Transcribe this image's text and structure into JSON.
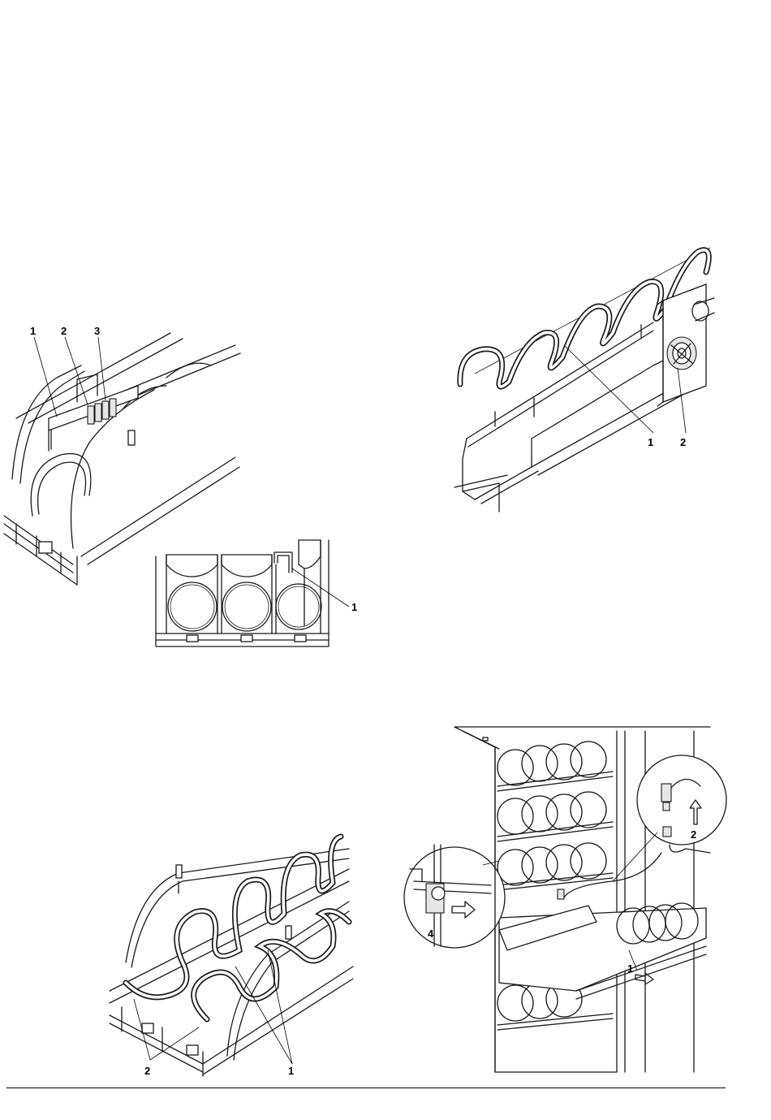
{
  "figures": {
    "divider_tray": {
      "callouts": [
        "1",
        "2",
        "3"
      ]
    },
    "divider_front": {
      "callouts": [
        "1"
      ]
    },
    "spiral_motor": {
      "callouts": [
        "1",
        "2"
      ]
    },
    "double_spiral": {
      "callouts": [
        "2",
        "1"
      ]
    },
    "cabinet_drawer": {
      "callouts": [
        "2",
        "4",
        "1"
      ]
    }
  },
  "colors": {
    "ink": "#1a1a1a",
    "paper": "#ffffff",
    "shade": "#e6e6e6"
  }
}
